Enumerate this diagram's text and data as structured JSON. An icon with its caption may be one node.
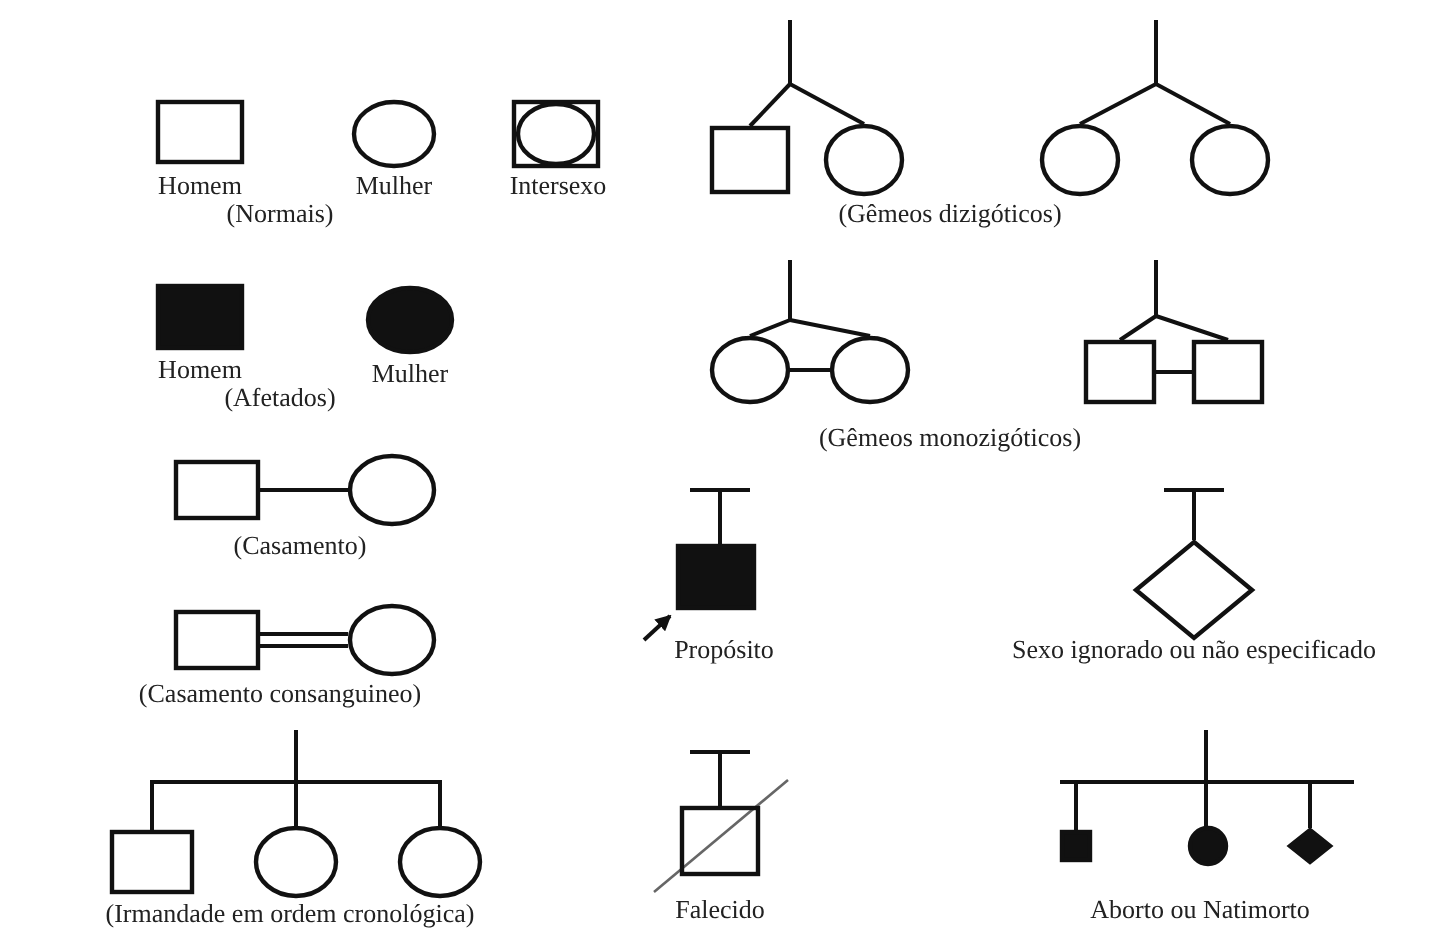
{
  "diagram": {
    "nodes": [
      {
        "text": [],
        "shape": "box",
        "beside": [
          "Homem"
        ]
      },
      {
        "text": [],
        "shape": "circle",
        "beside": [
          "Mulher"
        ]
      },
      {
        "text": [],
        "shape": "box",
        "beside": [
          "Intersexo"
        ]
      },
      {
        "text": [],
        "shape": "circle",
        "in": 2
      },
      {
        "text": [],
        "shape": "box"
      },
      {
        "text": [],
        "shape": "circle"
      },
      {
        "text": [],
        "shape": "circle"
      },
      {
        "text": [],
        "shape": "circle"
      },
      {
        "text": [],
        "shape": "box",
        "beside": [
          "Homem"
        ]
      },
      {
        "text": [],
        "shape": "circle",
        "beside": [
          "Mulher"
        ]
      },
      {
        "text": [],
        "shape": "circle"
      },
      {
        "text": [],
        "shape": "circle"
      },
      {
        "text": [],
        "shape": "box"
      },
      {
        "text": [],
        "shape": "box"
      },
      {
        "text": [],
        "shape": "box"
      },
      {
        "text": [],
        "shape": "circle"
      },
      {
        "text": [],
        "shape": "box",
        "beside": [
          "Propósito"
        ]
      },
      {
        "text": [],
        "shape": "diamond",
        "beside": [
          "Sexo ignorado ou não especificado"
        ]
      },
      {
        "text": [],
        "shape": "box"
      },
      {
        "text": [],
        "shape": "circle"
      },
      {
        "text": [],
        "shape": "box"
      },
      {
        "text": [],
        "shape": "circle"
      },
      {
        "text": [],
        "shape": "circle"
      },
      {
        "text": [],
        "shape": "box",
        "beside": [
          "Falecido"
        ]
      },
      {
        "text": [],
        "shape": "box"
      },
      {
        "text": [],
        "shape": "circle"
      },
      {
        "text": [],
        "shape": "diamond"
      }
    ],
    "edges": [
      {
        "from": null,
        "to": 4,
        "arrow": "none"
      },
      {
        "from": null,
        "to": 5,
        "arrow": "none"
      },
      {
        "from": null,
        "to": 6,
        "arrow": "none"
      },
      {
        "from": null,
        "to": 7,
        "arrow": "none"
      },
      {
        "from": null,
        "to": 10,
        "arrow": "none"
      },
      {
        "from": null,
        "to": 11,
        "arrow": "none"
      },
      {
        "from": 10,
        "to": 11,
        "arrow": "none"
      },
      {
        "from": null,
        "to": 12,
        "arrow": "none"
      },
      {
        "from": null,
        "to": 13,
        "arrow": "none"
      },
      {
        "from": 12,
        "to": 13,
        "arrow": "none"
      },
      {
        "from": 14,
        "to": 15,
        "arrow": "none"
      },
      {
        "from": null,
        "to": 16,
        "arrow": "none"
      },
      {
        "from": null,
        "to": 16,
        "arrow": "to"
      },
      {
        "from": null,
        "to": 17,
        "arrow": "none"
      },
      {
        "from": 18,
        "to": 19,
        "arrow": "none"
      },
      {
        "from": 18,
        "to": 19,
        "arrow": "none"
      },
      {
        "from": null,
        "to": 20,
        "arrow": "none"
      },
      {
        "from": null,
        "to": 21,
        "arrow": "none"
      },
      {
        "from": null,
        "to": 22,
        "arrow": "none"
      },
      {
        "from": null,
        "to": 23,
        "arrow": "none"
      },
      {
        "from": null,
        "to": 24,
        "arrow": "none"
      },
      {
        "from": null,
        "to": 25,
        "arrow": "none"
      },
      {
        "from": null,
        "to": 26,
        "arrow": "none"
      }
    ],
    "labels": [
      "(Normais)",
      "(Gêmeos dizigóticos)",
      "(Afetados)",
      "(Gêmeos monozigóticos)",
      "(Casamento)",
      "(Casamento consanguineo)",
      "(Irmandade em ordem cronológica)",
      "Aborto ou Natimorto"
    ]
  }
}
